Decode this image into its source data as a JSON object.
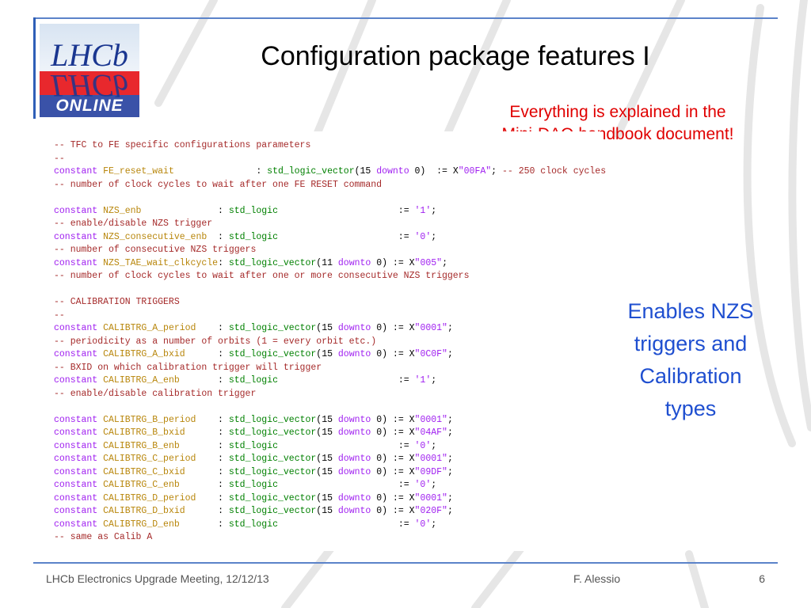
{
  "slide": {
    "title": "Configuration package features I",
    "red_note_line1": "Everything is explained in the",
    "red_note_line2": "Mini-DAQ handbook document!",
    "blue_note_lines": [
      "Enables NZS",
      "triggers and",
      "Calibration",
      "types"
    ]
  },
  "logo": {
    "top_text": "LHCb",
    "bottom_text": "ONLINE"
  },
  "code": {
    "lines": [
      [
        {
          "c": "-- TFC to FE specific configurations parameters",
          "s": "c"
        }
      ],
      [
        {
          "c": "--",
          "s": "c"
        }
      ],
      [
        {
          "c": "constant ",
          "s": "k"
        },
        {
          "c": "FE_reset_wait",
          "s": "id"
        },
        {
          "c": "               : ",
          "s": ""
        },
        {
          "c": "std_logic_vector",
          "s": "t"
        },
        {
          "c": "(15 ",
          "s": ""
        },
        {
          "c": "downto",
          "s": "k"
        },
        {
          "c": " 0)  := X",
          "s": ""
        },
        {
          "c": "\"00FA\"",
          "s": "s"
        },
        {
          "c": "; ",
          "s": ""
        },
        {
          "c": "-- 250 clock cycles",
          "s": "c"
        }
      ],
      [
        {
          "c": "-- number of clock cycles to wait after one FE RESET command",
          "s": "c"
        }
      ],
      [
        {
          "c": "",
          "s": ""
        }
      ],
      [
        {
          "c": "constant ",
          "s": "k"
        },
        {
          "c": "NZS_enb",
          "s": "id"
        },
        {
          "c": "              : ",
          "s": ""
        },
        {
          "c": "std_logic",
          "s": "t"
        },
        {
          "c": "                      := ",
          "s": ""
        },
        {
          "c": "'1'",
          "s": "s"
        },
        {
          "c": ";",
          "s": ""
        }
      ],
      [
        {
          "c": "-- enable/disable NZS trigger",
          "s": "c"
        }
      ],
      [
        {
          "c": "constant ",
          "s": "k"
        },
        {
          "c": "NZS_consecutive_enb",
          "s": "id"
        },
        {
          "c": "  : ",
          "s": ""
        },
        {
          "c": "std_logic",
          "s": "t"
        },
        {
          "c": "                      := ",
          "s": ""
        },
        {
          "c": "'0'",
          "s": "s"
        },
        {
          "c": ";",
          "s": ""
        }
      ],
      [
        {
          "c": "-- number of consecutive NZS triggers",
          "s": "c"
        }
      ],
      [
        {
          "c": "constant ",
          "s": "k"
        },
        {
          "c": "NZS_TAE_wait_clkcycle",
          "s": "id"
        },
        {
          "c": ": ",
          "s": ""
        },
        {
          "c": "std_logic_vector",
          "s": "t"
        },
        {
          "c": "(11 ",
          "s": ""
        },
        {
          "c": "downto",
          "s": "k"
        },
        {
          "c": " 0) := X",
          "s": ""
        },
        {
          "c": "\"005\"",
          "s": "s"
        },
        {
          "c": ";",
          "s": ""
        }
      ],
      [
        {
          "c": "-- number of clock cycles to wait after one or more consecutive NZS triggers",
          "s": "c"
        }
      ],
      [
        {
          "c": "",
          "s": ""
        }
      ],
      [
        {
          "c": "-- CALIBRATION TRIGGERS",
          "s": "c"
        }
      ],
      [
        {
          "c": "--",
          "s": "c"
        }
      ],
      [
        {
          "c": "constant ",
          "s": "k"
        },
        {
          "c": "CALIBTRG_A_period",
          "s": "id"
        },
        {
          "c": "    : ",
          "s": ""
        },
        {
          "c": "std_logic_vector",
          "s": "t"
        },
        {
          "c": "(15 ",
          "s": ""
        },
        {
          "c": "downto",
          "s": "k"
        },
        {
          "c": " 0) := X",
          "s": ""
        },
        {
          "c": "\"0001\"",
          "s": "s"
        },
        {
          "c": ";",
          "s": ""
        }
      ],
      [
        {
          "c": "-- periodicity as a number of orbits (1 = every orbit etc.)",
          "s": "c"
        }
      ],
      [
        {
          "c": "constant ",
          "s": "k"
        },
        {
          "c": "CALIBTRG_A_bxid",
          "s": "id"
        },
        {
          "c": "      : ",
          "s": ""
        },
        {
          "c": "std_logic_vector",
          "s": "t"
        },
        {
          "c": "(15 ",
          "s": ""
        },
        {
          "c": "downto",
          "s": "k"
        },
        {
          "c": " 0) := X",
          "s": ""
        },
        {
          "c": "\"0C0F\"",
          "s": "s"
        },
        {
          "c": ";",
          "s": ""
        }
      ],
      [
        {
          "c": "-- BXID on which calibration trigger will trigger",
          "s": "c"
        }
      ],
      [
        {
          "c": "constant ",
          "s": "k"
        },
        {
          "c": "CALIBTRG_A_enb",
          "s": "id"
        },
        {
          "c": "       : ",
          "s": ""
        },
        {
          "c": "std_logic",
          "s": "t"
        },
        {
          "c": "                      := ",
          "s": ""
        },
        {
          "c": "'1'",
          "s": "s"
        },
        {
          "c": ";",
          "s": ""
        }
      ],
      [
        {
          "c": "-- enable/disable calibration trigger",
          "s": "c"
        }
      ],
      [
        {
          "c": "",
          "s": ""
        }
      ],
      [
        {
          "c": "constant ",
          "s": "k"
        },
        {
          "c": "CALIBTRG_B_period",
          "s": "id"
        },
        {
          "c": "    : ",
          "s": ""
        },
        {
          "c": "std_logic_vector",
          "s": "t"
        },
        {
          "c": "(15 ",
          "s": ""
        },
        {
          "c": "downto",
          "s": "k"
        },
        {
          "c": " 0) := X",
          "s": ""
        },
        {
          "c": "\"0001\"",
          "s": "s"
        },
        {
          "c": ";",
          "s": ""
        }
      ],
      [
        {
          "c": "constant ",
          "s": "k"
        },
        {
          "c": "CALIBTRG_B_bxid",
          "s": "id"
        },
        {
          "c": "      : ",
          "s": ""
        },
        {
          "c": "std_logic_vector",
          "s": "t"
        },
        {
          "c": "(15 ",
          "s": ""
        },
        {
          "c": "downto",
          "s": "k"
        },
        {
          "c": " 0) := X",
          "s": ""
        },
        {
          "c": "\"04AF\"",
          "s": "s"
        },
        {
          "c": ";",
          "s": ""
        }
      ],
      [
        {
          "c": "constant ",
          "s": "k"
        },
        {
          "c": "CALIBTRG_B_enb",
          "s": "id"
        },
        {
          "c": "       : ",
          "s": ""
        },
        {
          "c": "std_logic",
          "s": "t"
        },
        {
          "c": "                      := ",
          "s": ""
        },
        {
          "c": "'0'",
          "s": "s"
        },
        {
          "c": ";",
          "s": ""
        }
      ],
      [
        {
          "c": "constant ",
          "s": "k"
        },
        {
          "c": "CALIBTRG_C_period",
          "s": "id"
        },
        {
          "c": "    : ",
          "s": ""
        },
        {
          "c": "std_logic_vector",
          "s": "t"
        },
        {
          "c": "(15 ",
          "s": ""
        },
        {
          "c": "downto",
          "s": "k"
        },
        {
          "c": " 0) := X",
          "s": ""
        },
        {
          "c": "\"0001\"",
          "s": "s"
        },
        {
          "c": ";",
          "s": ""
        }
      ],
      [
        {
          "c": "constant ",
          "s": "k"
        },
        {
          "c": "CALIBTRG_C_bxid",
          "s": "id"
        },
        {
          "c": "      : ",
          "s": ""
        },
        {
          "c": "std_logic_vector",
          "s": "t"
        },
        {
          "c": "(15 ",
          "s": ""
        },
        {
          "c": "downto",
          "s": "k"
        },
        {
          "c": " 0) := X",
          "s": ""
        },
        {
          "c": "\"09DF\"",
          "s": "s"
        },
        {
          "c": ";",
          "s": ""
        }
      ],
      [
        {
          "c": "constant ",
          "s": "k"
        },
        {
          "c": "CALIBTRG_C_enb",
          "s": "id"
        },
        {
          "c": "       : ",
          "s": ""
        },
        {
          "c": "std_logic",
          "s": "t"
        },
        {
          "c": "                      := ",
          "s": ""
        },
        {
          "c": "'0'",
          "s": "s"
        },
        {
          "c": ";",
          "s": ""
        }
      ],
      [
        {
          "c": "constant ",
          "s": "k"
        },
        {
          "c": "CALIBTRG_D_period",
          "s": "id"
        },
        {
          "c": "    : ",
          "s": ""
        },
        {
          "c": "std_logic_vector",
          "s": "t"
        },
        {
          "c": "(15 ",
          "s": ""
        },
        {
          "c": "downto",
          "s": "k"
        },
        {
          "c": " 0) := X",
          "s": ""
        },
        {
          "c": "\"0001\"",
          "s": "s"
        },
        {
          "c": ";",
          "s": ""
        }
      ],
      [
        {
          "c": "constant ",
          "s": "k"
        },
        {
          "c": "CALIBTRG_D_bxid",
          "s": "id"
        },
        {
          "c": "      : ",
          "s": ""
        },
        {
          "c": "std_logic_vector",
          "s": "t"
        },
        {
          "c": "(15 ",
          "s": ""
        },
        {
          "c": "downto",
          "s": "k"
        },
        {
          "c": " 0) := X",
          "s": ""
        },
        {
          "c": "\"020F\"",
          "s": "s"
        },
        {
          "c": ";",
          "s": ""
        }
      ],
      [
        {
          "c": "constant ",
          "s": "k"
        },
        {
          "c": "CALIBTRG_D_enb",
          "s": "id"
        },
        {
          "c": "       : ",
          "s": ""
        },
        {
          "c": "std_logic",
          "s": "t"
        },
        {
          "c": "                      := ",
          "s": ""
        },
        {
          "c": "'0'",
          "s": "s"
        },
        {
          "c": ";",
          "s": ""
        }
      ],
      [
        {
          "c": "-- same as Calib A",
          "s": "c"
        }
      ]
    ]
  },
  "footer": {
    "left": "LHCb Electronics Upgrade Meeting, 12/12/13",
    "author": "F. Alessio",
    "page": "6"
  },
  "colors": {
    "accent_line": "#5b83c9",
    "title_text": "#000000",
    "red_note": "#e00000",
    "blue_note": "#1f4fd0",
    "code_comment": "#a52a2a",
    "code_keyword": "#a020f0",
    "code_identifier": "#b8860b",
    "code_type": "#008000"
  }
}
